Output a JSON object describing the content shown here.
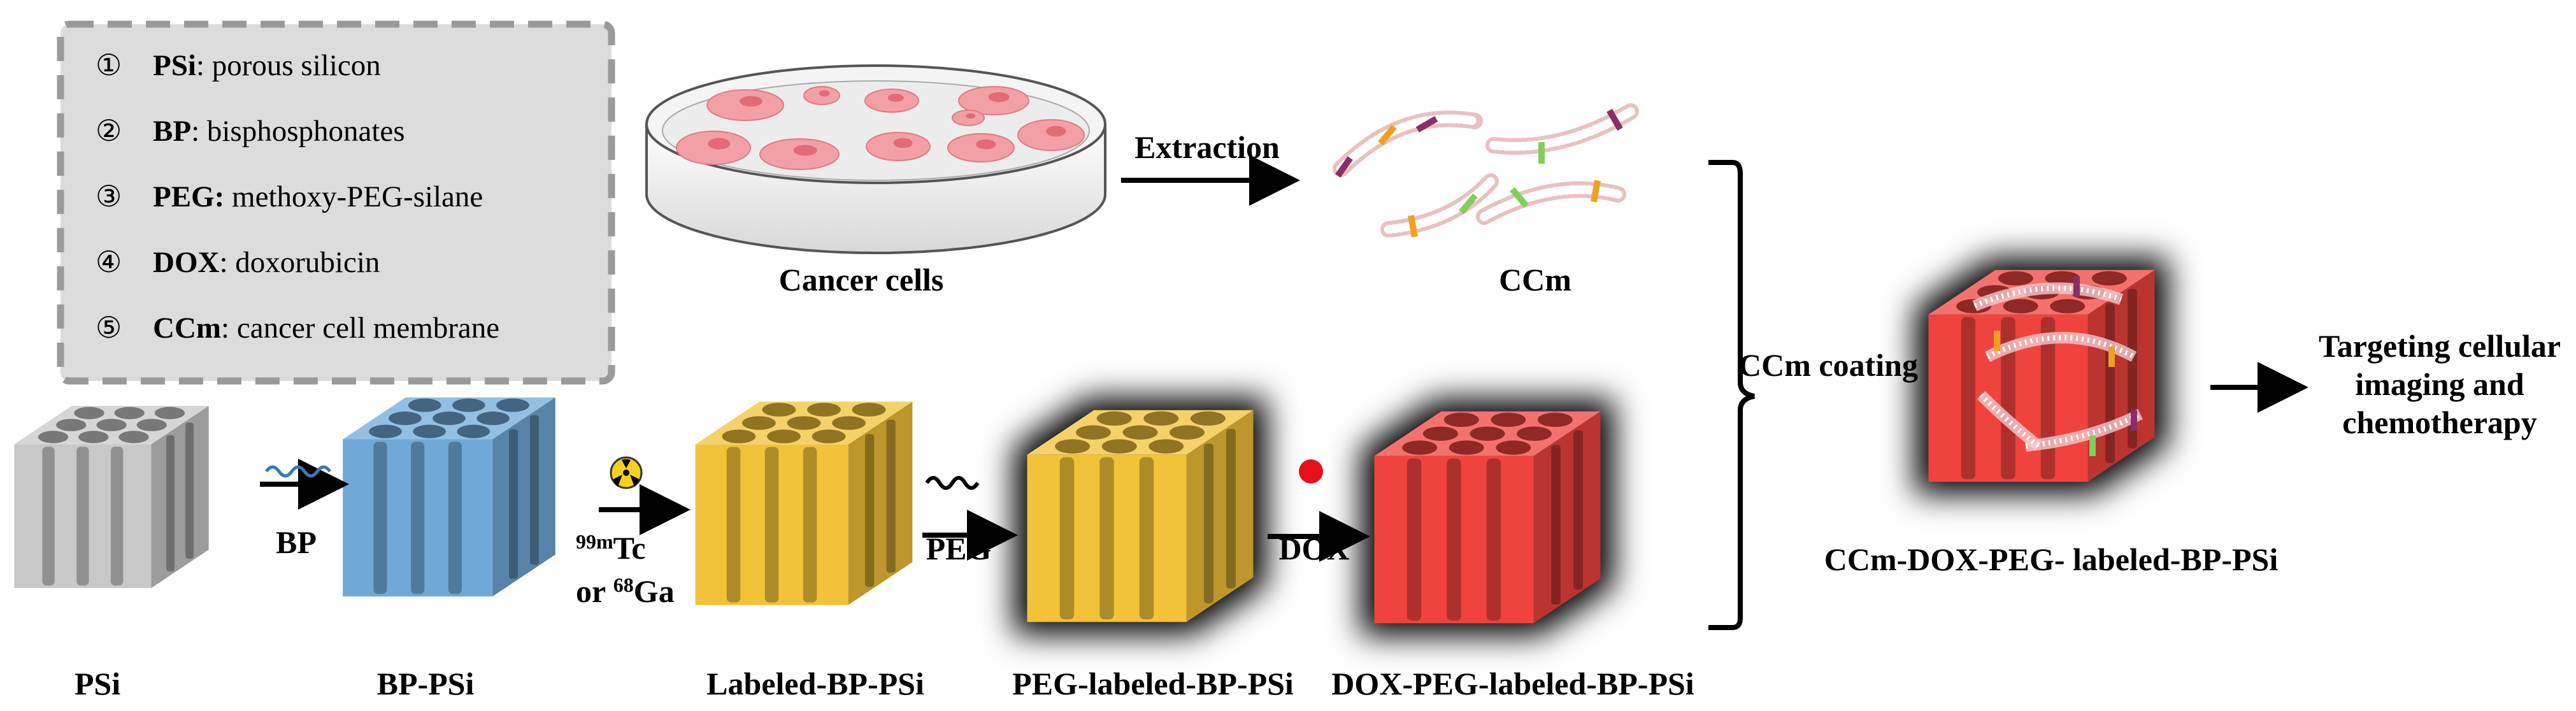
{
  "legend": [
    {
      "num": "①",
      "abbr": "PSi",
      "sep": ":",
      "desc": " porous silicon"
    },
    {
      "num": "②",
      "abbr": "BP",
      "sep": ":",
      "desc": " bisphosphonates"
    },
    {
      "num": "③",
      "abbr": "PEG:",
      "sep": "",
      "desc": " methoxy-PEG-silane"
    },
    {
      "num": "④",
      "abbr": "DOX",
      "sep": ":",
      "desc": " doxorubicin"
    },
    {
      "num": "⑤",
      "abbr": "CCm",
      "sep": ":",
      "desc": " cancer cell membrane"
    }
  ],
  "top": {
    "cells_label": "Cancer cells",
    "extraction_label": "Extraction",
    "ccm_label": "CCm"
  },
  "steps": [
    {
      "label": "PSi",
      "color": "#c8c8c8"
    },
    {
      "label": "BP-PSi",
      "color": "#6fa9d8"
    },
    {
      "label": "Labeled-BP-PSi",
      "color": "#f2c238"
    },
    {
      "label": "PEG-labeled-BP-PSi",
      "color": "#f2c238"
    },
    {
      "label": "DOX-PEG-labeled-BP-PSi",
      "color": "#f0433e"
    }
  ],
  "arrows": {
    "bp": "BP",
    "tc_sup": "99m",
    "tc": "Tc",
    "or": "or ",
    "ga_sup": "68",
    "ga": "Ga",
    "peg": "PEG",
    "dox": "DOX"
  },
  "coating_label": "CCm coating",
  "final_label": "CCm-DOX-PEG- labeled-BP-PSi",
  "outcome_lines": [
    "Targeting cellular",
    "imaging and",
    "chemotherapy"
  ],
  "colors": {
    "membrane": "#d98c8c",
    "protein_orange": "#f0a020",
    "protein_green": "#7fcf5a",
    "protein_purple": "#8c2d6a",
    "dox_dot": "#e8101a",
    "cell": "#f2a0a6"
  }
}
